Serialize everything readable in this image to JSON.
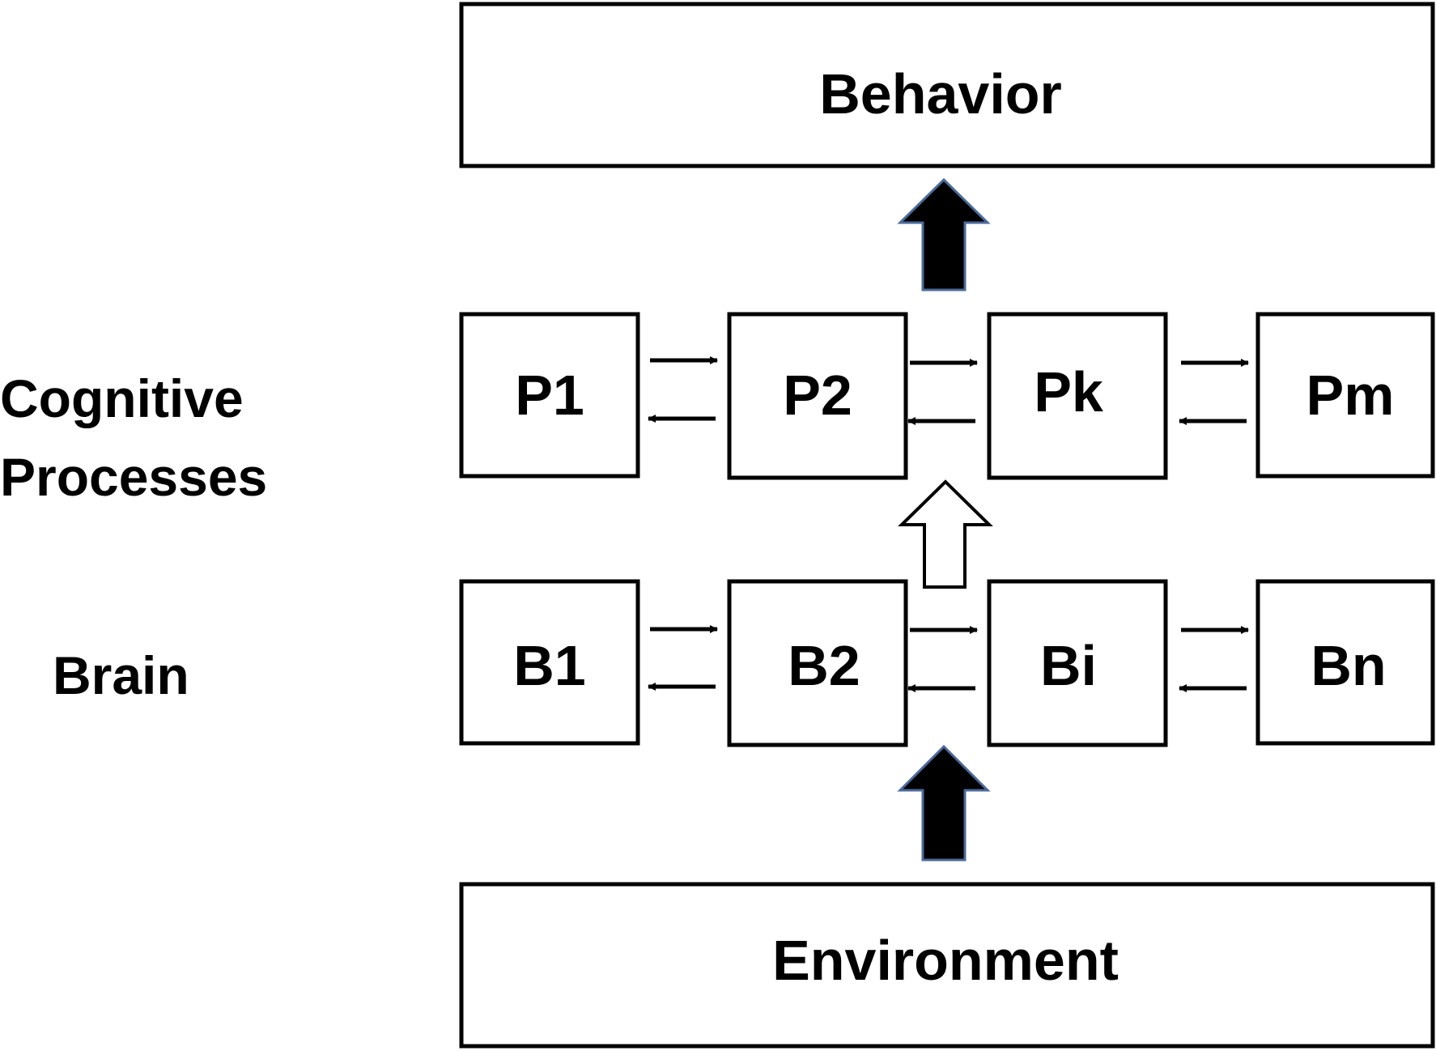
{
  "top": {
    "label": "Behavior"
  },
  "bottom": {
    "label": "Environment"
  },
  "row_labels": {
    "cognitive_line1": "Cognitive",
    "cognitive_line2": "Processes",
    "brain": "Brain"
  },
  "process_row": {
    "boxes": [
      "P1",
      "P2",
      "Pk",
      "Pm"
    ]
  },
  "brain_row": {
    "boxes": [
      "B1",
      "B2",
      "Bi",
      "Bn"
    ]
  },
  "colors": {
    "stroke": "#000000",
    "solid_arrow_fill": "#000000",
    "solid_arrow_edge": "#4a6a9a",
    "hollow_arrow_fill": "#ffffff"
  }
}
